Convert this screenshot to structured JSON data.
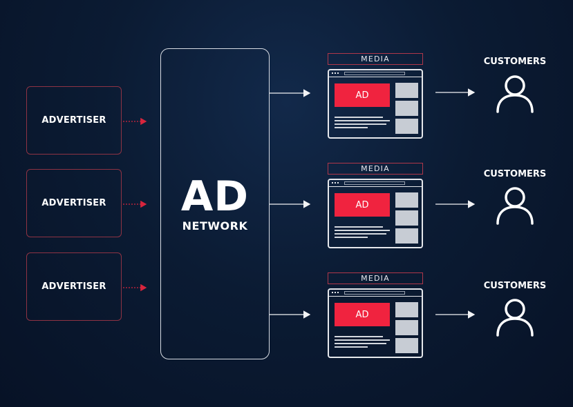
{
  "advertisers": [
    "ADVERTISER",
    "ADVERTISER",
    "ADVERTISER"
  ],
  "network": {
    "line1": "AD",
    "line2": "NETWORK"
  },
  "media": [
    {
      "label": "MEDIA",
      "ad": "AD"
    },
    {
      "label": "MEDIA",
      "ad": "AD"
    },
    {
      "label": "MEDIA",
      "ad": "AD"
    }
  ],
  "customers": [
    "CUSTOMERS",
    "CUSTOMERS",
    "CUSTOMERS"
  ],
  "icons": {
    "arrow": "arrow-right-icon",
    "person": "user-icon",
    "browser": "browser-window-icon"
  },
  "colors": {
    "background": "#0b1b33",
    "accent_red": "#f0233f",
    "dotted_arrow_red": "#d8253d",
    "line_white": "#e6e8ec"
  }
}
